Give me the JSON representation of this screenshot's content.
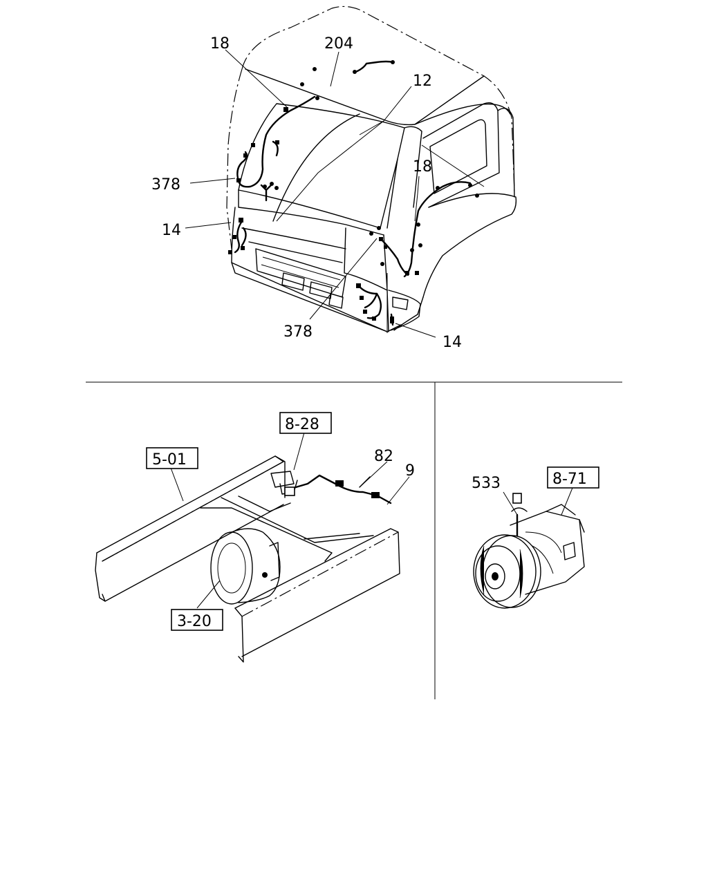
{
  "callouts": {
    "cab_left_18": "18",
    "cab_204": "204",
    "cab_12": "12",
    "cab_right_18": "18",
    "cab_left_378": "378",
    "cab_left_14": "14",
    "cab_bottom_378": "378",
    "cab_right_14": "14",
    "ref_5_01": "5-01",
    "ref_8_28": "8-28",
    "chassis_82": "82",
    "chassis_9": "9",
    "ref_3_20": "3-20",
    "compressor_533": "533",
    "ref_8_71": "8-71"
  }
}
